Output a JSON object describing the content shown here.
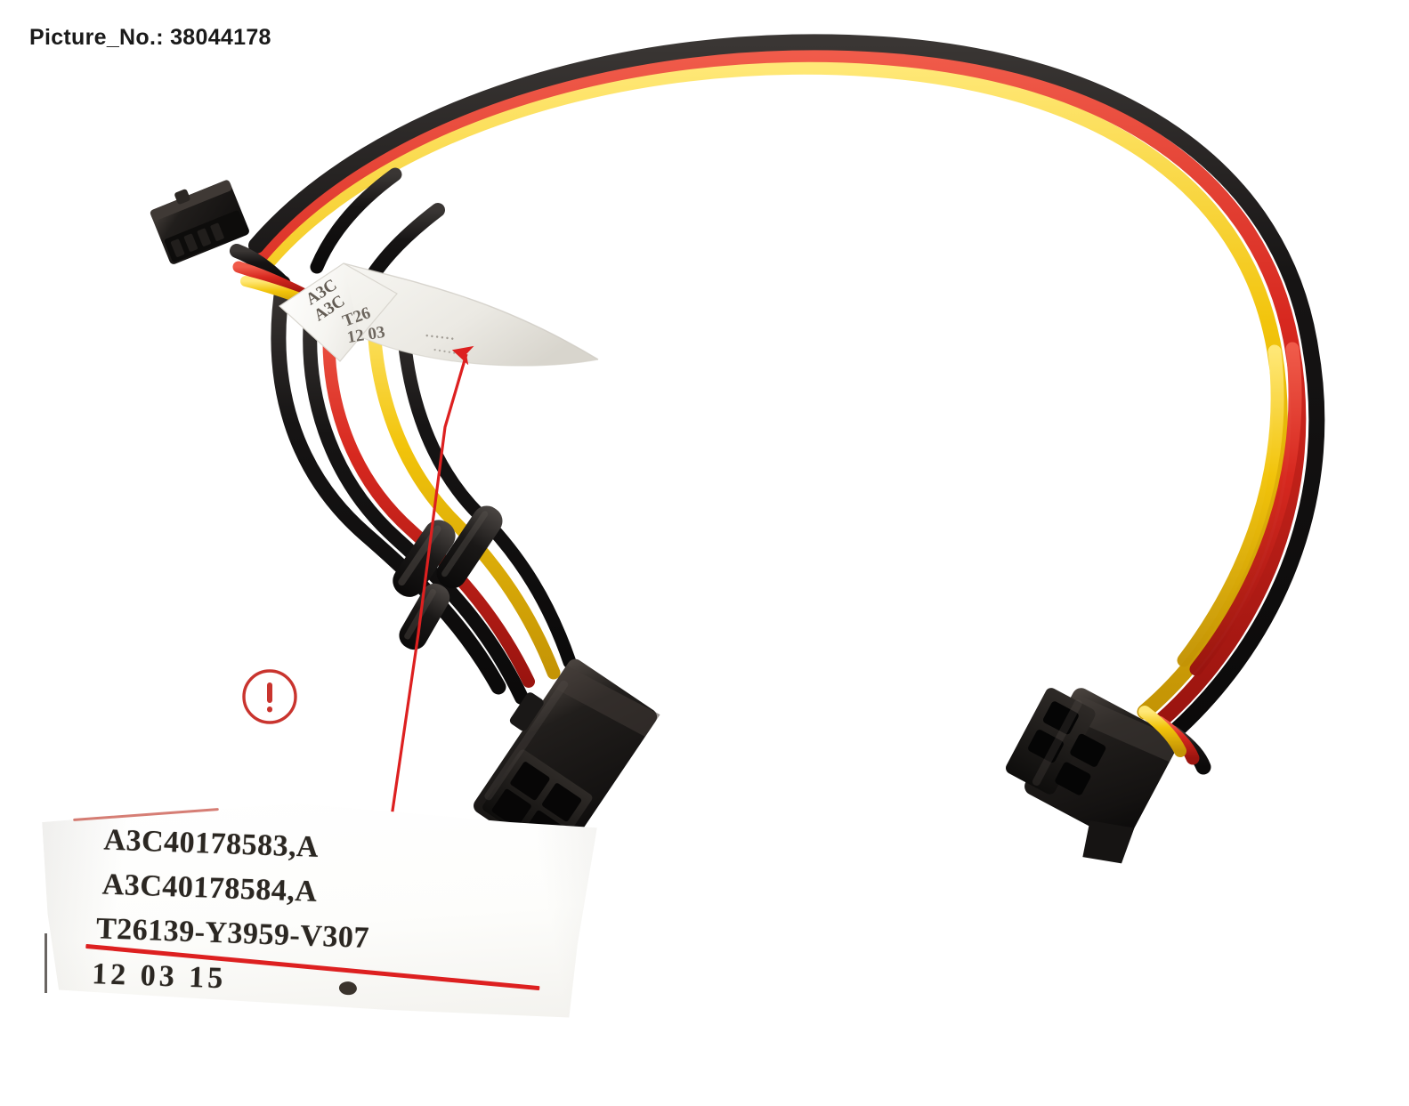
{
  "header": {
    "caption_label": "Picture_No.:",
    "picture_no": "38044178",
    "caption_full": "Picture_No.: 38044178"
  },
  "photo": {
    "subject": "power-splitter-cable",
    "description": "Black/red/yellow three-conductor power splitter cable harness with heat-shrink joints, one small 2-pin header connector, one 4-pin Molex Mini-Fit receptacle and one 4-pin Molex Mini-Fit plug, plus a white wrap-around identification sticker.",
    "background_color": "#ffffff",
    "wire_colors": {
      "black": "#1c1a19",
      "red": "#d7281f",
      "yellow": "#f2c40b",
      "connector_body": "#181614",
      "connector_highlight": "#4a4440"
    }
  },
  "annotations": {
    "warning_icon_name": "warning-exclamation-icon",
    "warning_glyph": "!",
    "accent_color": "#c0392b",
    "leader_color": "#dd2020",
    "leader_lines": [
      {
        "name": "label-to-sticker-leader",
        "from": "bottom-id-label",
        "to": "cable-sticker"
      }
    ]
  },
  "id_label": {
    "name": "identification-label",
    "lines": [
      "A3C40178583,A",
      "A3C40178584,A",
      "T26139-Y3959-V307",
      "12  03  15"
    ],
    "line1": "A3C40178583,A",
    "line2": "A3C40178584,A",
    "line3": "T26139-Y3959-V307",
    "line4": "12  03  15",
    "underlined_line": "T26139-Y3959-V307",
    "date_marker_dot": "●"
  },
  "cable_sticker": {
    "name": "cable-wrap-sticker",
    "visible_fragments": [
      "A3C",
      "A3C",
      "T26",
      "12  03"
    ],
    "frag1": "A3C",
    "frag2": "A3C",
    "frag3": "T26",
    "frag4": "12  03",
    "frag5": "......",
    "frag6": "....."
  }
}
